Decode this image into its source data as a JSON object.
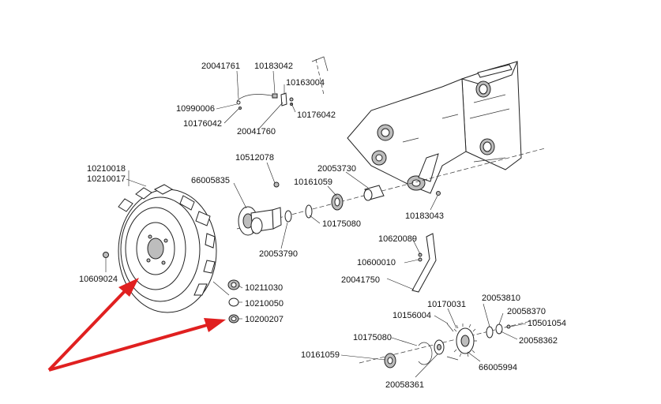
{
  "diagram": {
    "labels": {
      "p20041761": "20041761",
      "p10183042": "10183042",
      "p10163004": "10163004",
      "p10990006": "10990006",
      "p10176042_left": "10176042",
      "p10176042_right": "10176042",
      "p20041760": "20041760",
      "p10210018": "10210018",
      "p10210017": "10210017",
      "p66005835": "66005835",
      "p10512078": "10512078",
      "p20053730": "20053730",
      "p10161059_top": "10161059",
      "p10175080_top": "10175080",
      "p20053790": "20053790",
      "p10183043": "10183043",
      "p10620089": "10620089",
      "p10600010": "10600010",
      "p20041750": "20041750",
      "p10609024": "10609024",
      "p10211030": "10211030",
      "p10210050": "10210050",
      "p10200207": "10200207",
      "p20053810": "20053810",
      "p10170031": "10170031",
      "p10156004": "10156004",
      "p20058370": "20058370",
      "p10501054": "10501054",
      "p10175080_bottom": "10175080",
      "p20058362": "20058362",
      "p10161059_bottom": "10161059",
      "p66005994": "66005994",
      "p20058361": "20058361"
    },
    "colors": {
      "arrow": "#e02020",
      "line": "#222222"
    }
  }
}
